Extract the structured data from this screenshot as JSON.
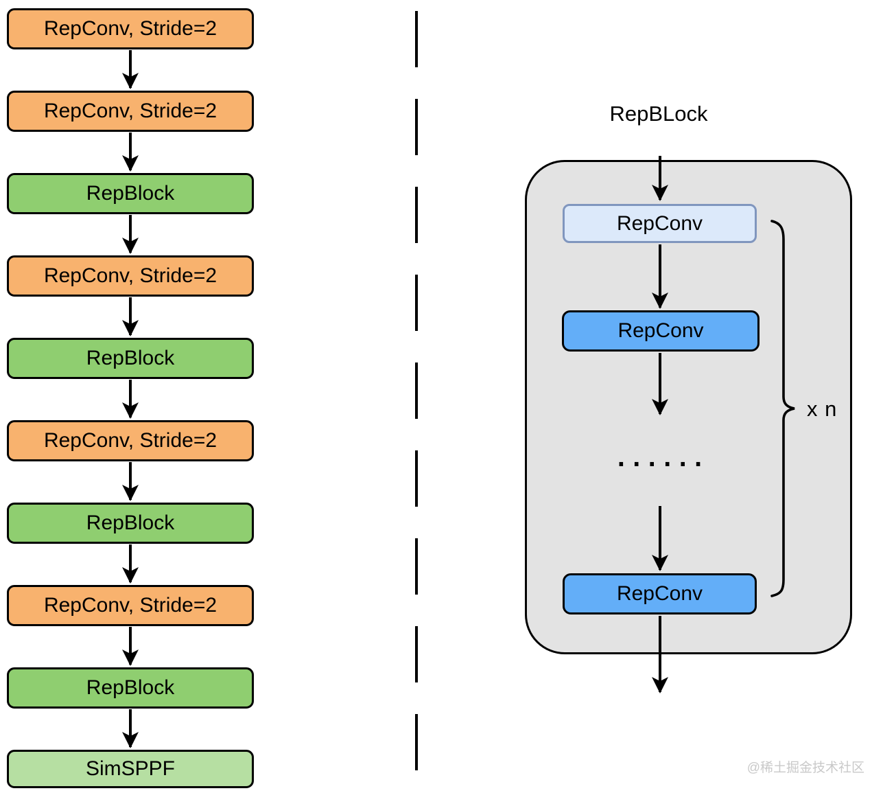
{
  "figure": {
    "left_pipeline": {
      "nodes": [
        {
          "label": "RepConv, Stride=2",
          "kind": "conv"
        },
        {
          "label": "RepConv, Stride=2",
          "kind": "conv"
        },
        {
          "label": "RepBlock",
          "kind": "block"
        },
        {
          "label": "RepConv, Stride=2",
          "kind": "conv"
        },
        {
          "label": "RepBlock",
          "kind": "block"
        },
        {
          "label": "RepConv, Stride=2",
          "kind": "conv"
        },
        {
          "label": "RepBlock",
          "kind": "block"
        },
        {
          "label": "RepConv, Stride=2",
          "kind": "conv"
        },
        {
          "label": "RepBlock",
          "kind": "block"
        },
        {
          "label": "SimSPPF",
          "kind": "sppf"
        }
      ]
    },
    "rep_block_detail": {
      "title": "RepBLock",
      "first_conv_label": "RepConv",
      "mid_conv_label": "RepConv",
      "ellipsis": "......",
      "last_conv_label": "RepConv",
      "repeat_label": "x n"
    },
    "watermark": "@稀土掘金技术社区",
    "colors": {
      "conv_fill": "#F8B26E",
      "block_fill": "#8FCE70",
      "sppf_fill": "#B6DFA2",
      "detail_container_fill": "#E3E3E3",
      "detail_first_conv_fill": "#DCE9FA",
      "detail_first_conv_border": "#8096BE",
      "detail_conv_fill": "#63AEF8",
      "line_stroke": "#000000",
      "watermark_color": "#C9C9C9"
    }
  }
}
